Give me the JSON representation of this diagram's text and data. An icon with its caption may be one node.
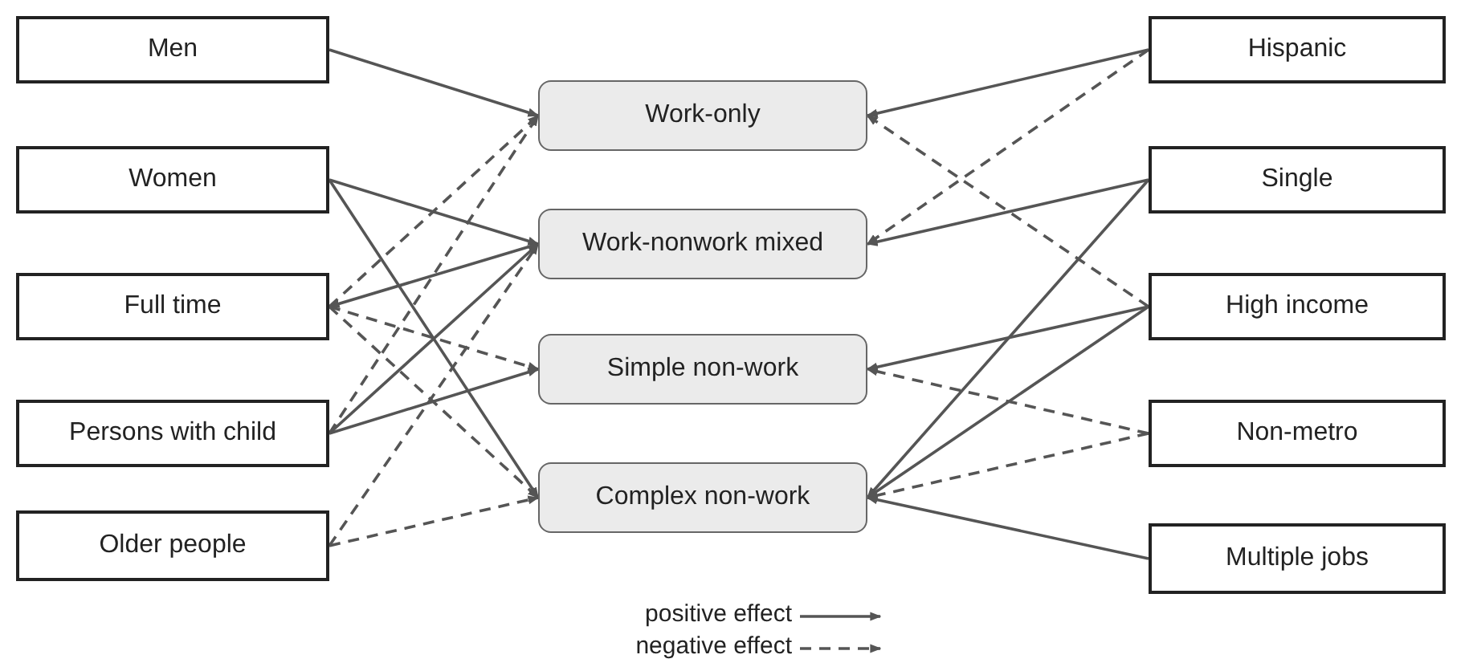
{
  "diagram": {
    "nodes": [
      {
        "text": [
          "Men"
        ]
      },
      {
        "text": [
          "Women"
        ]
      },
      {
        "text": [
          "Full time"
        ]
      },
      {
        "text": [
          "Persons with child"
        ]
      },
      {
        "text": [
          "Older people"
        ]
      },
      {
        "text": [
          "Work-only"
        ]
      },
      {
        "text": [
          "Work-nonwork mixed"
        ]
      },
      {
        "text": [
          "Simple non-work"
        ]
      },
      {
        "text": [
          "Complex non-work"
        ]
      },
      {
        "text": [
          "Hispanic"
        ]
      },
      {
        "text": [
          "Single"
        ]
      },
      {
        "text": [
          "High income"
        ]
      },
      {
        "text": [
          "Non-metro"
        ]
      },
      {
        "text": [
          "Multiple jobs"
        ]
      }
    ],
    "edges": [
      {
        "from": 0,
        "to": 5,
        "arrow": "to"
      },
      {
        "from": 1,
        "to": 6,
        "arrow": "to"
      },
      {
        "from": 1,
        "to": 8,
        "arrow": "to"
      },
      {
        "from": 6,
        "to": 2,
        "arrow": "to"
      },
      {
        "from": 2,
        "to": 5,
        "arrow": "to",
        "style": "dashed"
      },
      {
        "from": 2,
        "to": 7,
        "arrow": "to",
        "style": "dashed"
      },
      {
        "from": 2,
        "to": 8,
        "arrow": "to",
        "style": "dashed"
      },
      {
        "from": 3,
        "to": 5,
        "arrow": "to",
        "style": "dashed"
      },
      {
        "from": 3,
        "to": 6,
        "arrow": "to"
      },
      {
        "from": 3,
        "to": 7,
        "arrow": "to"
      },
      {
        "from": 4,
        "to": 6,
        "arrow": "to",
        "style": "dashed"
      },
      {
        "from": 4,
        "to": 8,
        "arrow": "to",
        "style": "dashed"
      },
      {
        "from": 9,
        "to": 5,
        "arrow": "to"
      },
      {
        "from": 9,
        "to": 6,
        "arrow": "to",
        "style": "dashed"
      },
      {
        "from": 10,
        "to": 6,
        "arrow": "to"
      },
      {
        "from": 10,
        "to": 8,
        "arrow": "to"
      },
      {
        "from": 11,
        "to": 5,
        "arrow": "to",
        "style": "dashed"
      },
      {
        "from": 11,
        "to": 7,
        "arrow": "to"
      },
      {
        "from": 11,
        "to": 8,
        "arrow": "to"
      },
      {
        "from": 12,
        "to": 7,
        "arrow": "to",
        "style": "dashed"
      },
      {
        "from": 12,
        "to": 8,
        "arrow": "to",
        "style": "dashed"
      },
      {
        "from": 13,
        "to": 8,
        "arrow": "to"
      }
    ],
    "legend": [
      {
        "text": "positive effect"
      },
      {
        "text": "negative effect"
      }
    ]
  }
}
